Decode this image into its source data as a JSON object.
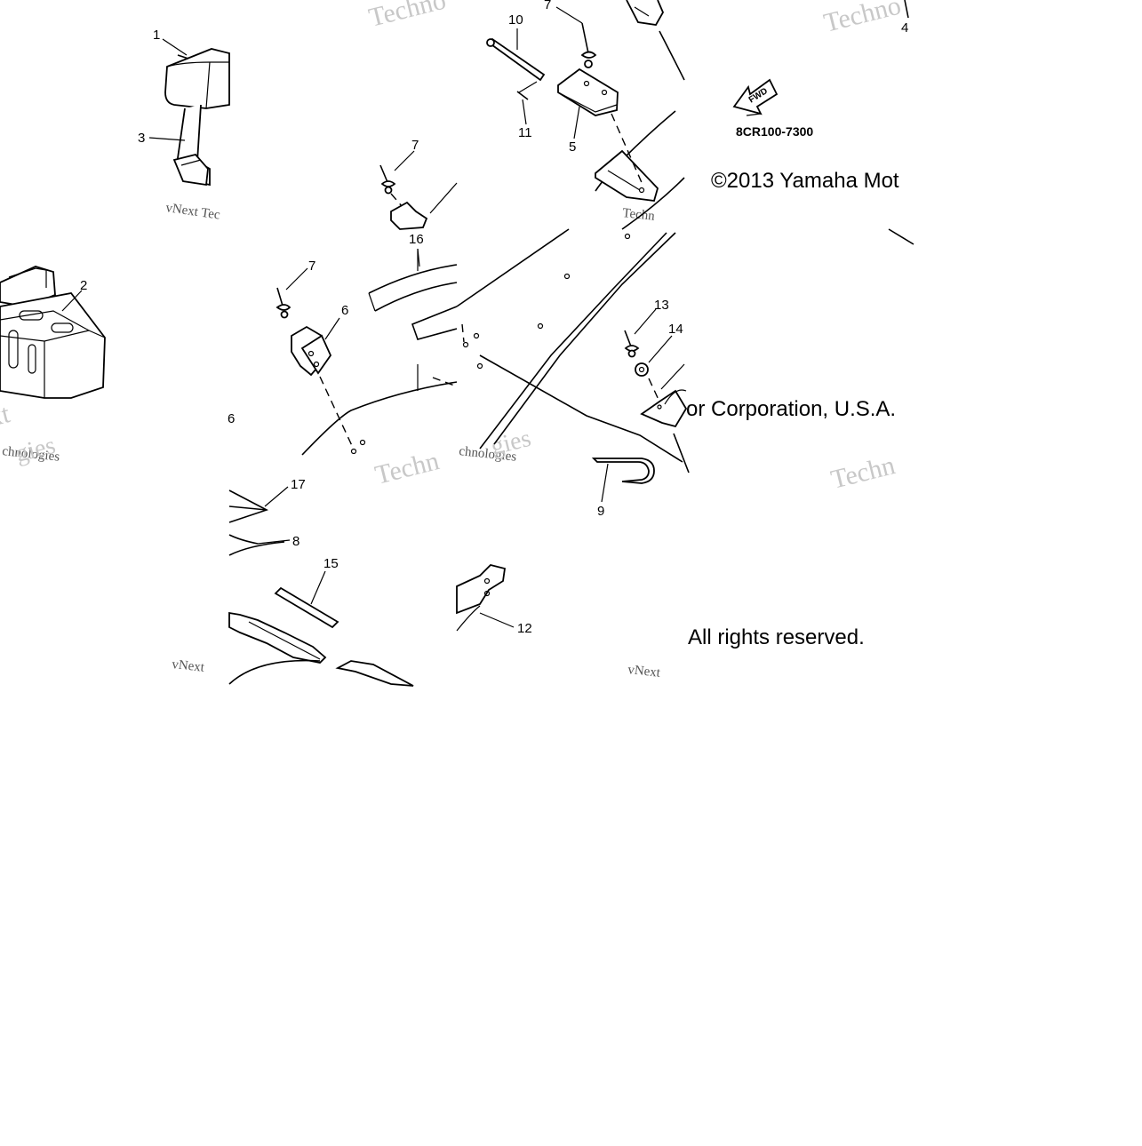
{
  "diagram": {
    "callouts": [
      "1",
      "2",
      "3",
      "4",
      "5",
      "6",
      "6",
      "7",
      "7",
      "7",
      "8",
      "9",
      "10",
      "11",
      "12",
      "13",
      "14",
      "15",
      "16",
      "17"
    ],
    "drawing_code": "8CR100-7300",
    "fwd_arrow_label": "FWD",
    "copyright_line_1": "©2013 Yamaha Mot",
    "copyright_line_2": "or Corporation, U.S.A.",
    "copyright_line_3": "All rights reserved.",
    "watermarks": [
      "Techno",
      "Techno",
      "vNext Tec",
      "chnologies",
      "Techn",
      "chnologies",
      "Techn",
      "Techn",
      "vNext",
      "vNext"
    ]
  }
}
